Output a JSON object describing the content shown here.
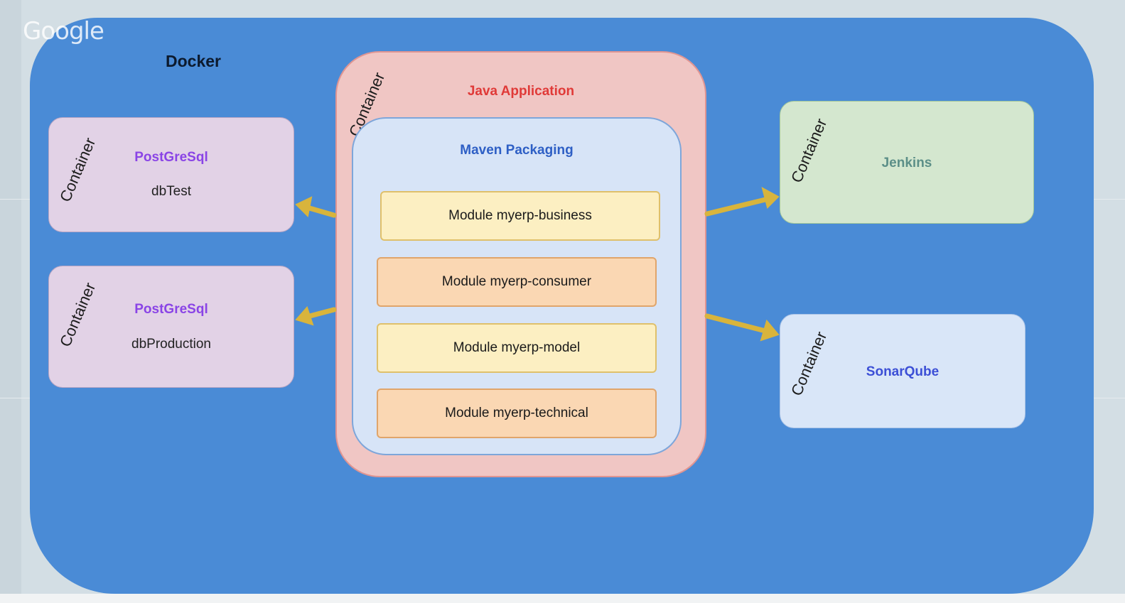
{
  "watermark": "Google",
  "docker": {
    "title": "Docker"
  },
  "container_label": "Container",
  "databases": [
    {
      "name": "PostGreSql",
      "db": "dbTest"
    },
    {
      "name": "PostGreSql",
      "db": "dbProduction"
    }
  ],
  "java_app": {
    "title": "Java Application",
    "maven": {
      "title": "Maven Packaging",
      "modules": [
        "Module myerp-business",
        "Module myerp-consumer",
        "Module myerp-model",
        "Module myerp-technical"
      ]
    }
  },
  "services": [
    {
      "name": "Jenkins"
    },
    {
      "name": "SonarQube"
    }
  ],
  "colors": {
    "docker_bg": "#4a8bd6",
    "db_fill": "#e2d2e6",
    "java_fill": "#f0c6c4",
    "maven_fill": "#d7e4f7",
    "arrow": "#d8b43c",
    "jenkins_text": "#5c8f88",
    "sonar_text": "#3c4fd6",
    "java_title": "#e03a38"
  }
}
